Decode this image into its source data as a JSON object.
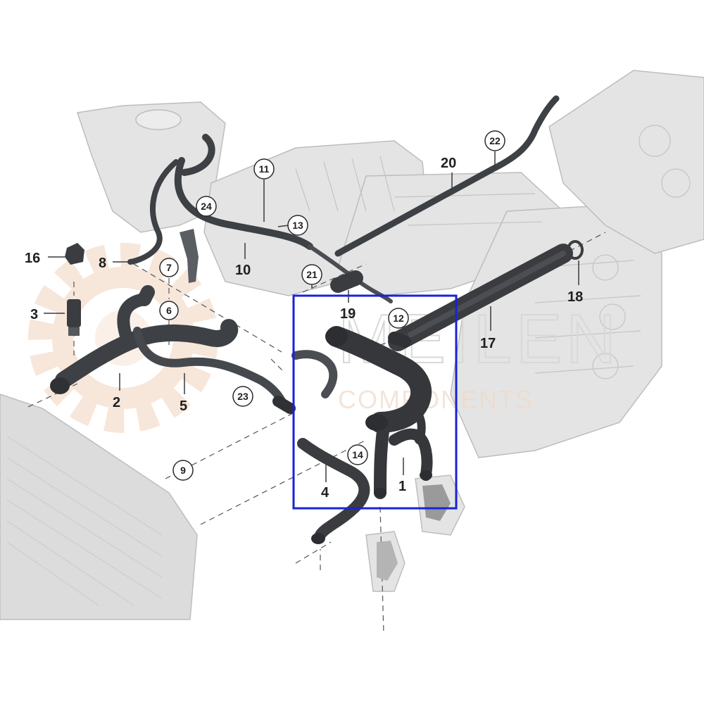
{
  "colors": {
    "engine_fill": "#e4e4e4",
    "engine_stroke": "#bdbdbd",
    "hose": "#3d4044",
    "hose_highlight": "#6a6e73",
    "label_text": "#1f1f1f",
    "leader": "#555555",
    "highlight_box": "#1a22d8",
    "watermark": "#f2d3bc",
    "watermark_text": "#e7e7e7"
  },
  "watermark": {
    "brand": "MEILEN",
    "tagline": "COMPONENTS"
  },
  "highlight": {
    "label": "",
    "parts": [
      "1",
      "4",
      "12",
      "14",
      "19"
    ]
  },
  "callouts": {
    "plain": [
      {
        "id": "p1",
        "text": "1"
      },
      {
        "id": "p2",
        "text": "2"
      },
      {
        "id": "p3",
        "text": "3"
      },
      {
        "id": "p4",
        "text": "4"
      },
      {
        "id": "p5",
        "text": "5"
      },
      {
        "id": "p8",
        "text": "8"
      },
      {
        "id": "p10",
        "text": "10"
      },
      {
        "id": "p16",
        "text": "16"
      },
      {
        "id": "p17",
        "text": "17"
      },
      {
        "id": "p18",
        "text": "18"
      },
      {
        "id": "p19",
        "text": "19"
      },
      {
        "id": "p20",
        "text": "20"
      }
    ],
    "circled": [
      {
        "id": "c6",
        "text": "6"
      },
      {
        "id": "c7",
        "text": "7"
      },
      {
        "id": "c9",
        "text": "9"
      },
      {
        "id": "c11",
        "text": "11"
      },
      {
        "id": "c12",
        "text": "12"
      },
      {
        "id": "c13",
        "text": "13"
      },
      {
        "id": "c14",
        "text": "14"
      },
      {
        "id": "c21",
        "text": "21"
      },
      {
        "id": "c22",
        "text": "22"
      },
      {
        "id": "c23",
        "text": "23"
      },
      {
        "id": "c24",
        "text": "24"
      }
    ]
  }
}
